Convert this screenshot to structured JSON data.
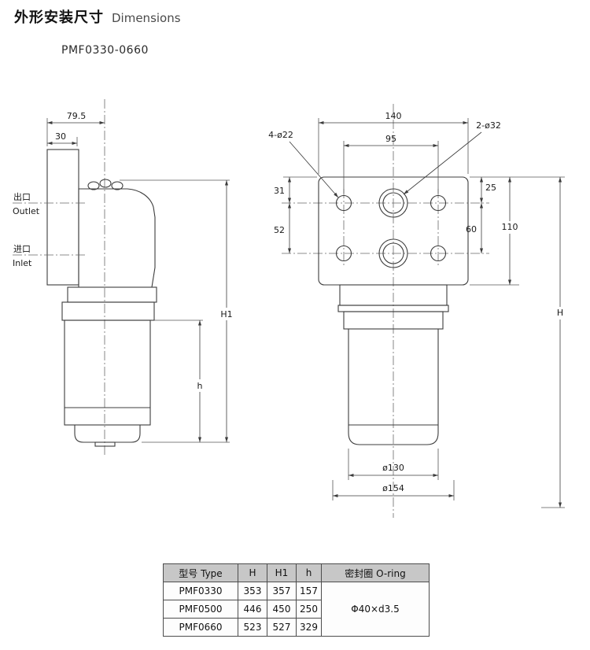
{
  "page": {
    "title_cn": "外形安装尺寸",
    "title_en": "Dimensions",
    "model": "PMF0330-0660"
  },
  "left_view": {
    "dim_width": "79.5",
    "dim_inner": "30",
    "outlet_cn": "出口",
    "outlet_en": "Outlet",
    "inlet_cn": "进口",
    "inlet_en": "Inlet",
    "dim_h1": "H1",
    "dim_h": "h"
  },
  "right_view": {
    "dim_flange_width": "140",
    "dim_hole_span": "95",
    "label_small_holes": "4-ø22",
    "label_large_holes": "2-ø32",
    "dim_31": "31",
    "dim_52": "52",
    "dim_25": "25",
    "dim_60": "60",
    "dim_110": "110",
    "dim_bowl_dia": "ø130",
    "dim_seal_dia": "ø154",
    "dim_h": "H"
  },
  "table": {
    "headers": [
      "型号 Type",
      "H",
      "H1",
      "h",
      "密封圈 O-ring"
    ],
    "rows": [
      {
        "type": "PMF0330",
        "H": "353",
        "H1": "357",
        "h": "157"
      },
      {
        "type": "PMF0500",
        "H": "446",
        "H1": "450",
        "h": "250"
      },
      {
        "type": "PMF0660",
        "H": "523",
        "H1": "527",
        "h": "329"
      }
    ],
    "oring": "Φ40×d3.5"
  }
}
